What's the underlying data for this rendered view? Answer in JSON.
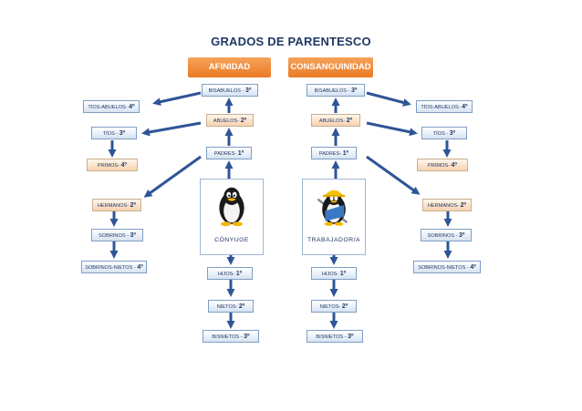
{
  "title": "GRADOS DE PARENTESCO",
  "headers": {
    "afinidad": "AFINIDAD",
    "consanguinidad": "CONSANGUINIDAD"
  },
  "persons": {
    "left": "CÓNYUGE",
    "right": "TRABAJADOR/A"
  },
  "icons": {
    "left": "penguin-icon",
    "right": "penguin-worker-icon"
  },
  "colors": {
    "header": "#ee8a3a",
    "arrow": "#2f5597",
    "title": "#1f3864"
  },
  "left_column": {
    "bisabuelos": {
      "label": "BISABUELOS - ",
      "degree": "3º"
    },
    "abuelos": {
      "label": "ABUELOS- ",
      "degree": "2º"
    },
    "padres": {
      "label": "PADRES- ",
      "degree": "1º"
    },
    "hijos": {
      "label": "HIJOS- ",
      "degree": "1º"
    },
    "nietos": {
      "label": "NIETOS- ",
      "degree": "2º"
    },
    "bisnietos": {
      "label": "BISNIETOS - ",
      "degree": "3º"
    }
  },
  "right_column": {
    "bisabuelos": {
      "label": "BISABUELOS - ",
      "degree": "3º"
    },
    "abuelos": {
      "label": "ABUELOS- ",
      "degree": "2º"
    },
    "padres": {
      "label": "PADRES- ",
      "degree": "1º"
    },
    "hijos": {
      "label": "HIJOS- ",
      "degree": "1º"
    },
    "nietos": {
      "label": "NIETOS- ",
      "degree": "2º"
    },
    "bisnietos": {
      "label": "BISNIETOS - ",
      "degree": "3º"
    }
  },
  "left_side": {
    "tios_abuelos": {
      "label": "TÍOS-ABUELOS- ",
      "degree": "4º"
    },
    "tios": {
      "label": "TÍOS - ",
      "degree": "3º"
    },
    "primos": {
      "label": "PRIMOS- ",
      "degree": "4º"
    },
    "hermanos": {
      "label": "HERMANOS- ",
      "degree": "2º"
    },
    "sobrinos": {
      "label": "SOBRINOS - ",
      "degree": "3º"
    },
    "sobrinos_nietos": {
      "label": "SOBRINOS-NIETOS - ",
      "degree": "4º"
    }
  },
  "right_side": {
    "tios_abuelos": {
      "label": "TÍOS-ABUELOS- ",
      "degree": "4º"
    },
    "tios": {
      "label": "TÍOS - ",
      "degree": "3º"
    },
    "primos": {
      "label": "PRIMOS- ",
      "degree": "4º"
    },
    "hermanos": {
      "label": "HERMANOS- ",
      "degree": "2º"
    },
    "sobrinos": {
      "label": "SOBRINOS - ",
      "degree": "3º"
    },
    "sobrinos_nietos": {
      "label": "SOBRINOS-NIETOS - ",
      "degree": "4º"
    }
  }
}
